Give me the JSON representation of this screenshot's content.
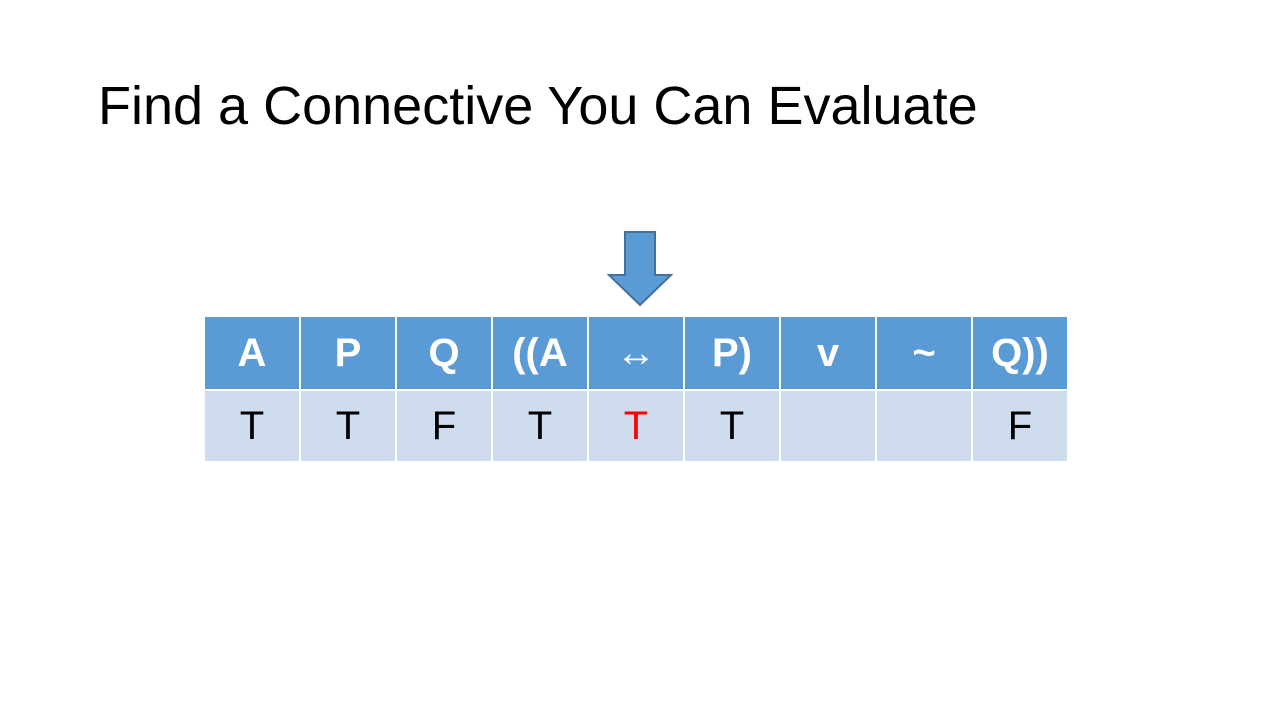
{
  "slide": {
    "title": "Find a Connective You Can Evaluate"
  },
  "pointer": {
    "icon": "down-arrow-icon",
    "color": "#5b9bd5",
    "points_to_column": 4
  },
  "table": {
    "header_color": "#5b9bd5",
    "row_color": "#cfdcee",
    "highlight_color": "#ff0000",
    "headers": [
      "A",
      "P",
      "Q",
      "((A",
      "↔",
      "P)",
      "v",
      "~",
      "Q))"
    ],
    "values": [
      "T",
      "T",
      "F",
      "T",
      "T",
      "T",
      "",
      "",
      "F"
    ],
    "highlighted_value_index": 4
  }
}
